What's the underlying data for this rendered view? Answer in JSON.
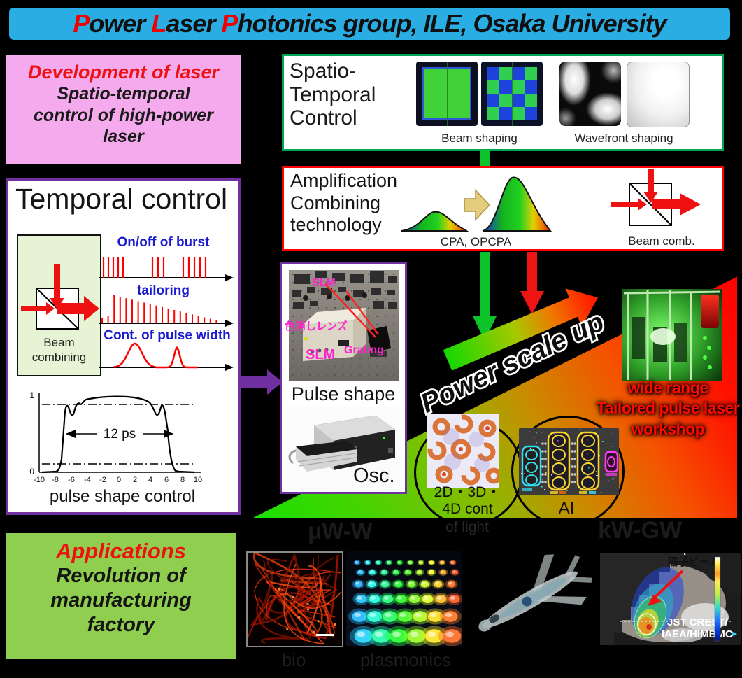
{
  "banner": {
    "segments": [
      "P",
      "ower  ",
      "L",
      "aser  ",
      "P",
      "hotonics  group, ILE, Osaka University"
    ],
    "accent_color": "#ff0000",
    "bg_color": "#29ade3"
  },
  "development_box": {
    "title": "Development of laser",
    "body": "Spatio-temporal\ncontrol of high-power\nlaser",
    "bg_color": "#f6aaee",
    "title_color": "#ee1111"
  },
  "spatio_box": {
    "title": "Spatio-\nTemporal\nControl",
    "beam_caption": "Beam shaping",
    "wavefront_caption": "Wavefront shaping",
    "border_color": "#00a651",
    "images": [
      "flat-top-beam-profile",
      "checkerboard-beam-profile",
      "wavefront-phase-map",
      "wavefront-gradient-map"
    ]
  },
  "amplification_box": {
    "title": "Amplification\nCombining\ntechnology",
    "cpa_caption": "CPA, OPCPA",
    "beam_comb_caption": "Beam comb.",
    "border_color": "#ff0000"
  },
  "temporal_box": {
    "title": "Temporal control",
    "beam_combining_label": "Beam\ncombining",
    "axis_labels": [
      "On/off of burst",
      "tailoring",
      "Cont.  of pulse width"
    ],
    "label_color": "#1b1bd0",
    "pulse_plot": {
      "type": "line",
      "x_tick_labels": [
        "-10",
        "-8",
        "-6",
        "-4",
        "-2",
        "0",
        "2",
        "4",
        "6",
        "8",
        "10"
      ],
      "y_tick_labels": [
        "1",
        "0"
      ],
      "ylim": [
        0,
        1
      ],
      "xlim": [
        -10,
        10
      ],
      "annotation": "12 ps",
      "caption": "pulse shape control",
      "description": "flat-top pulse of ~12 ps width, normalized intensity, threshold guide lines near 0.9 and 0.1"
    }
  },
  "photos_box": {
    "slm_top_label": "SLM",
    "achromatic_lens_label": "色消しレンズ",
    "slm_bottom_label": "SLM",
    "grating_label": "Grating",
    "pulse_shape_caption": "Pulse shape",
    "oscillator_caption": "Osc.",
    "label_color": "#ff22cc"
  },
  "scale_up": {
    "arrow_label": "Power scale up",
    "low_power_label": "μW-W",
    "high_power_label": "kW-GW",
    "workshop_caption": "wide range\nTailored pulse laser\nworkshop",
    "control_circle": {
      "line1": "2D・3D・",
      "line2": "4D cont",
      "line3": "of light"
    },
    "ai_circle_label": "AI"
  },
  "applications_box": {
    "title": "Applications",
    "body": "Revolution of\nmanufacturing\nfactory",
    "bg_color": "#8fce4e",
    "title_color": "#ee1111"
  },
  "bottom_row": {
    "bio_label": "bio",
    "plasmonics_label": "plasmonics",
    "medical": {
      "annotation": "陽子ビーム",
      "credit_line1": "JST CREST/",
      "credit_line2": "IAEA/HIMBMC"
    }
  }
}
